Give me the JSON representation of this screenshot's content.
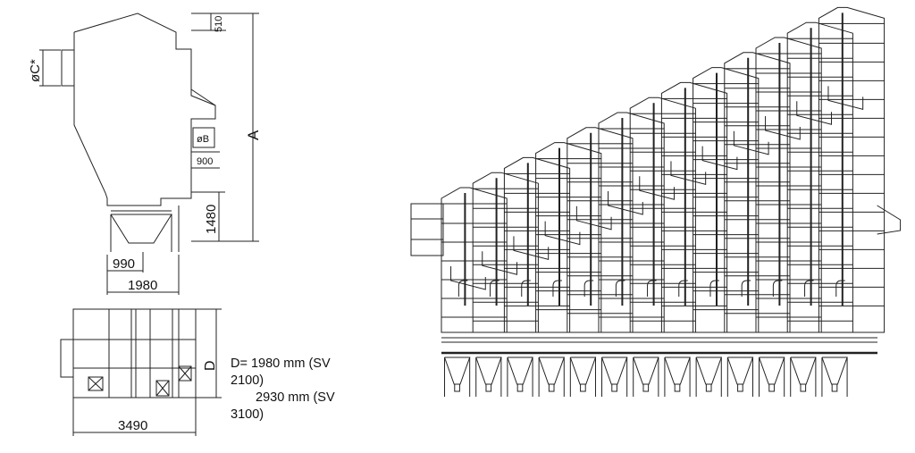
{
  "dimensions": {
    "c_diameter": "øC*",
    "height_510": "510",
    "b_diameter": "øB",
    "height_900": "900",
    "height_a": "A",
    "height_1480": "1480",
    "width_990": "990",
    "width_1980": "1980",
    "depth_d": "D",
    "width_3490": "3490"
  },
  "note": {
    "line1": "D= 1980 mm (SV",
    "line2": "2100)",
    "line3": "2930 mm (SV",
    "line4": "3100)"
  },
  "modules": {
    "count": 13
  }
}
